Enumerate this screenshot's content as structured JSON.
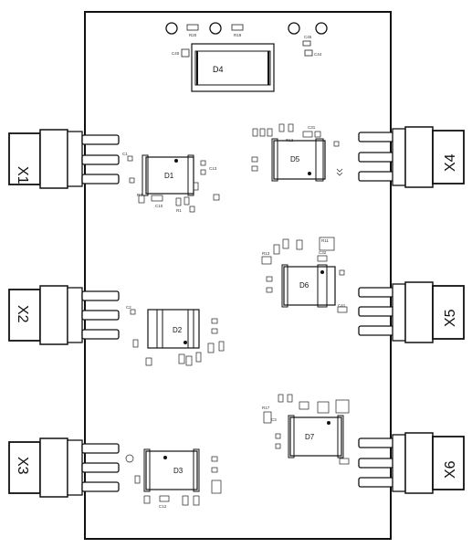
{
  "board": {
    "connectors": {
      "left": [
        "X1",
        "X2",
        "X3"
      ],
      "right": [
        "X4",
        "X5",
        "X6"
      ]
    },
    "chips": [
      "D1",
      "D2",
      "D3",
      "D4",
      "D5",
      "D6",
      "D7"
    ],
    "ref_labels": {
      "r20": "R20",
      "r19": "R19",
      "c40": "C40",
      "c45": "C45",
      "c44": "C44",
      "r12": "R12",
      "c31": "C31",
      "r13": "R13",
      "c32": "C32",
      "r11": "R11",
      "r17": "R17",
      "c10": "C10",
      "r7": "R7",
      "r1": "R1",
      "c12": "C12",
      "c13": "C13",
      "c1": "C1",
      "c2": "C2",
      "c3": "C3",
      "c41": "C41"
    }
  }
}
